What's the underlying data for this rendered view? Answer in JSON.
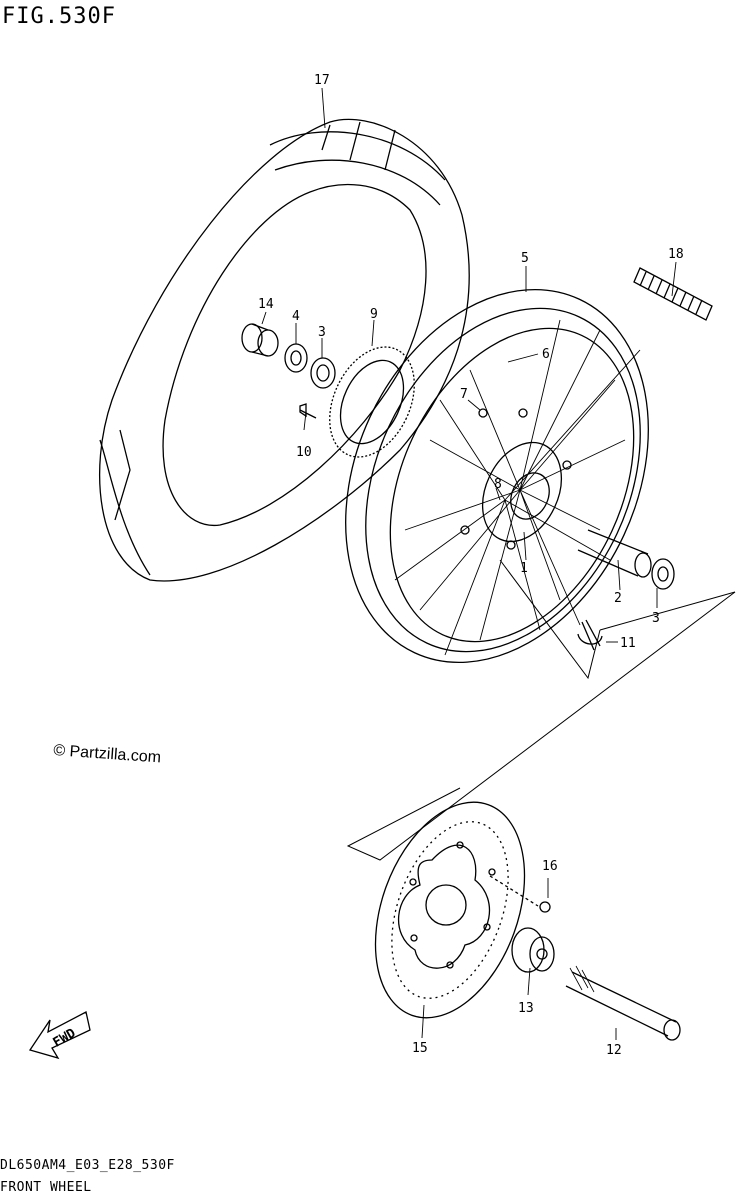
{
  "figure": {
    "title": "FIG.530F",
    "code": "DL650AM4_E03_E28_530F",
    "name": "FRONT WHEEL",
    "watermark": "© Partzilla.com"
  },
  "callouts": [
    "17",
    "18",
    "5",
    "14",
    "4",
    "3",
    "9",
    "6",
    "7",
    "8",
    "10",
    "1",
    "2",
    "3",
    "11",
    "16",
    "13",
    "15",
    "12"
  ],
  "fwd_label": "FWD",
  "colors": {
    "line": "#000000",
    "background": "#ffffff"
  }
}
